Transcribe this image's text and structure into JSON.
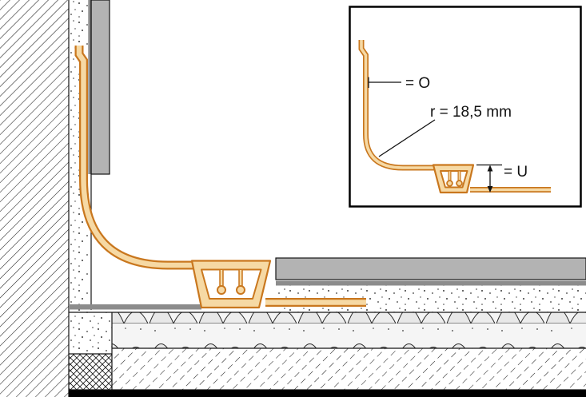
{
  "diagram": {
    "inset": {
      "label_o": "= O",
      "label_radius": "r = 18,5 mm",
      "label_u": "= U"
    },
    "colors": {
      "profile_outline": "#c9771e",
      "profile_fill": "#f6d9a4",
      "tile_gray": "#b3b3b3",
      "adhesive_gray": "#8c8c8c",
      "line_black": "#141414",
      "background": "#ffffff"
    }
  }
}
